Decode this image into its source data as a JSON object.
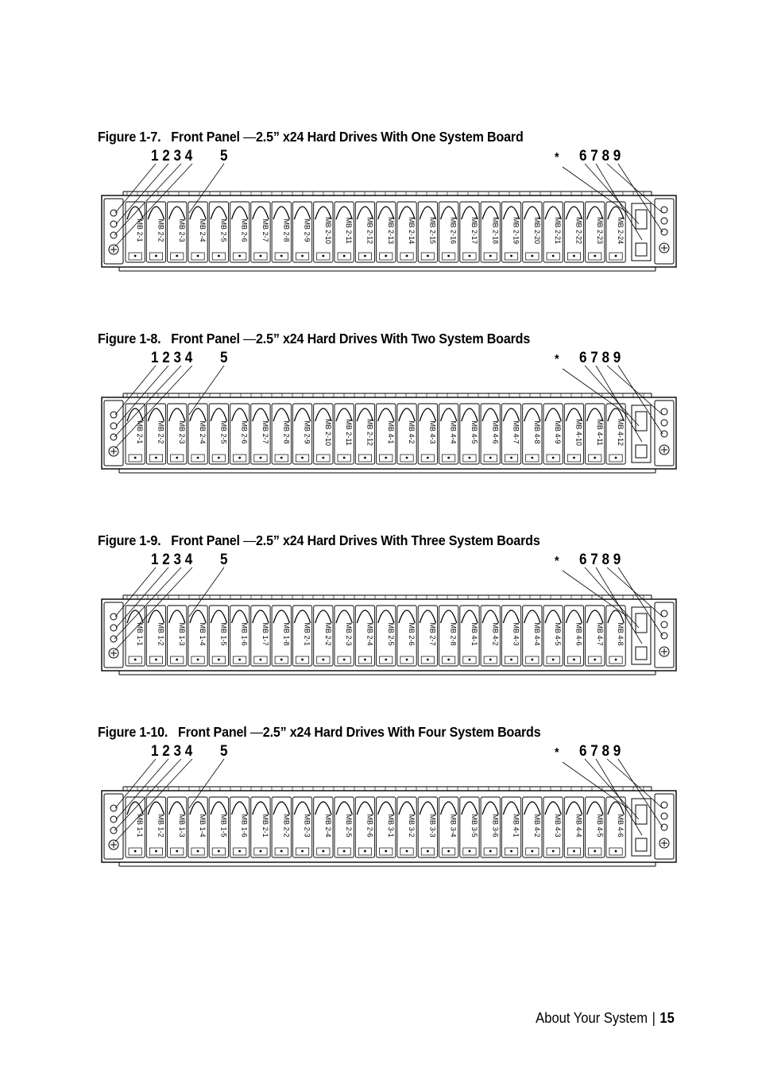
{
  "figures": [
    {
      "label": "Figure 1-7.",
      "title_a": "Front Panel",
      "dash": "—",
      "title_b": "2.5” x24 Hard Drives With One System Board",
      "callouts_left": "1 2 3 4",
      "callout_mid": "5",
      "callout_star": "*",
      "callouts_right": "6 7 8 9",
      "drives": [
        "MB 2-1",
        "MB 2-2",
        "MB 2-3",
        "MB 2-4",
        "MB 2-5",
        "MB 2-6",
        "MB 2-7",
        "MB 2-8",
        "MB 2-9",
        "MB 2-10",
        "MB 2-11",
        "MB 2-12",
        "MB 2-13",
        "MB 2-14",
        "MB 2-15",
        "MB 2-16",
        "MB 2-17",
        "MB 2-18",
        "MB 2-19",
        "MB 2-20",
        "MB 2-21",
        "MB 2-22",
        "MB 2-23",
        "MB 2-24"
      ]
    },
    {
      "label": "Figure 1-8.",
      "title_a": "Front Panel",
      "dash": "—",
      "title_b": "2.5” x24 Hard Drives With Two System Boards",
      "callouts_left": "1 2 3 4",
      "callout_mid": "5",
      "callout_star": "*",
      "callouts_right": "6 7 8 9",
      "drives": [
        "MB 2-1",
        "MB 2-2",
        "MB 2-3",
        "MB 2-4",
        "MB 2-5",
        "MB 2-6",
        "MB 2-7",
        "MB 2-8",
        "MB 2-9",
        "MB 2-10",
        "MB 2-11",
        "MB 2-12",
        "MB 4-1",
        "MB 4-2",
        "MB 4-3",
        "MB 4-4",
        "MB 4-5",
        "MB 4-6",
        "MB 4-7",
        "MB 4-8",
        "MB 4-9",
        "MB 4-10",
        "MB 4-11",
        "MB 4-12"
      ]
    },
    {
      "label": "Figure 1-9.",
      "title_a": "Front Panel",
      "dash": "—",
      "title_b": "2.5” x24 Hard Drives With Three System Boards",
      "callouts_left": "1 2 3 4",
      "callout_mid": "5",
      "callout_star": "*",
      "callouts_right": "6 7 8 9",
      "drives": [
        "MB 1-1",
        "MB 1-2",
        "MB 1-3",
        "MB 1-4",
        "MB 1-5",
        "MB 1-6",
        "MB 1-7",
        "MB 1-8",
        "MB 2-1",
        "MB 2-2",
        "MB 2-3",
        "MB 2-4",
        "MB 2-5",
        "MB 2-6",
        "MB 2-7",
        "MB 2-8",
        "MB 4-1",
        "MB 4-2",
        "MB 4-3",
        "MB 4-4",
        "MB 4-5",
        "MB 4-6",
        "MB 4-7",
        "MB 4-8"
      ]
    },
    {
      "label": "Figure 1-10.",
      "title_a": "Front Panel",
      "dash": "—",
      "title_b": "2.5” x24 Hard Drives With Four System Boards",
      "callouts_left": "1 2 3 4",
      "callout_mid": "5",
      "callout_star": "*",
      "callouts_right": "6 7 8 9",
      "drives": [
        "MB 1-1",
        "MB 1-2",
        "MB 1-3",
        "MB 1-4",
        "MB 1-5",
        "MB 1-6",
        "MB 2-1",
        "MB 2-2",
        "MB 2-3",
        "MB 2-4",
        "MB 2-5",
        "MB 2-6",
        "MB 3-1",
        "MB 3-2",
        "MB 3-3",
        "MB 3-4",
        "MB 3-5",
        "MB 3-6",
        "MB 4-1",
        "MB 4-2",
        "MB 4-3",
        "MB 4-4",
        "MB 4-5",
        "MB 4-6"
      ]
    }
  ],
  "footer": {
    "section": "About Your System",
    "separator": "|",
    "page_number": "15"
  }
}
